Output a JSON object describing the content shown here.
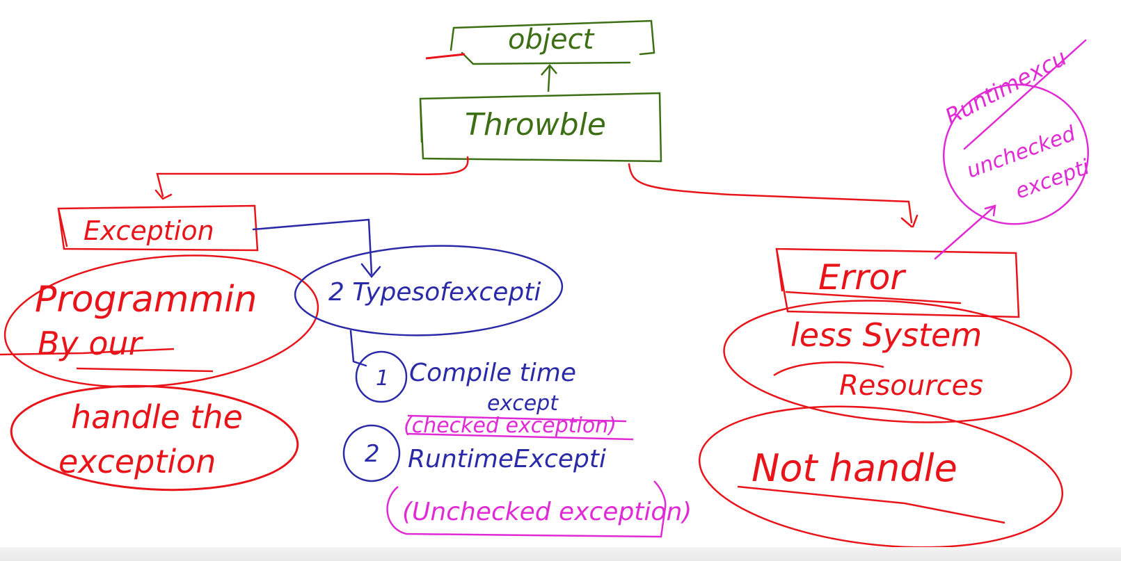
{
  "colors": {
    "green": "#3c6e14",
    "red": "#e8141a",
    "blue": "#2a2aa8",
    "magenta": "#e02ad6"
  },
  "nodes": {
    "object": "object",
    "throwable": "Throwble",
    "exception": "Exception",
    "error": "Error"
  },
  "notes": {
    "programming": "Programmin",
    "by_our": "By our",
    "handle_line1": "handle the",
    "handle_line2": "exception",
    "types": "2 Typesofexcepti",
    "compile_line1": "Compile time",
    "compile_line2": "except",
    "checked": "(checked exception)",
    "num1": "1",
    "num2": "2",
    "runtime": "RuntimeExcepti",
    "unchecked": "(Unchecked exception)",
    "less_system": "less System",
    "resources": "Resources",
    "not_handle": "Not handle",
    "runtime_crossed": "Runtimexcu",
    "unchecked_short_1": "unchecked",
    "unchecked_short_2": "excepti"
  }
}
